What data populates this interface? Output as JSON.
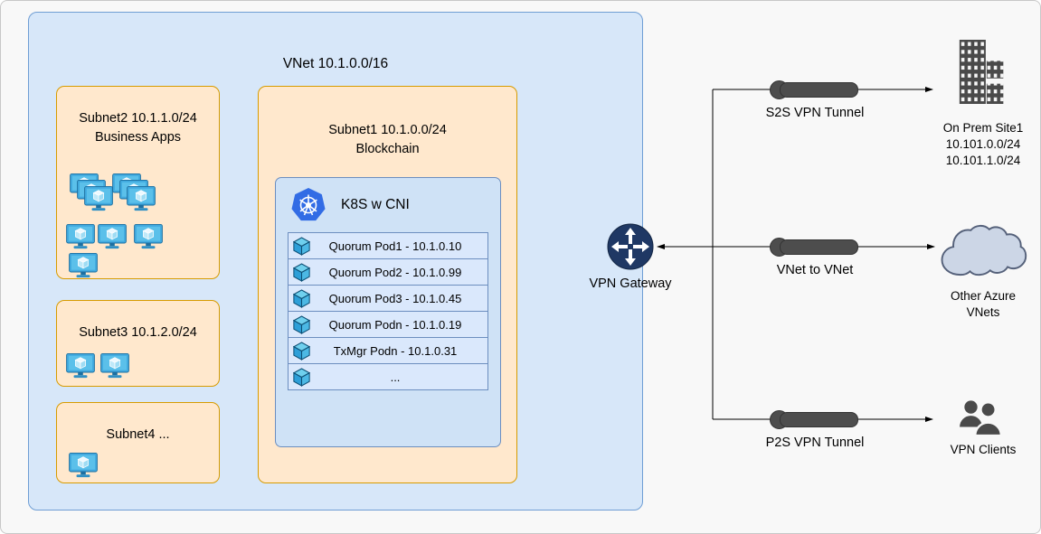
{
  "vnet": {
    "title": "VNet  10.1.0.0/16",
    "subnet2": {
      "title": "Subnet2 10.1.1.0/24",
      "subtitle": "Business Apps"
    },
    "subnet3": {
      "title": "Subnet3 10.1.2.0/24"
    },
    "subnet4": {
      "title": "Subnet4 ..."
    },
    "subnet1": {
      "title": "Subnet1 10.1.0.0/24",
      "subtitle": "Blockchain"
    },
    "k8s": {
      "title": "K8S w CNI",
      "pods": [
        "Quorum Pod1 - 10.1.0.10",
        "Quorum Pod2 - 10.1.0.99",
        "Quorum Pod3 - 10.1.0.45",
        "Quorum Podn - 10.1.0.19",
        "TxMgr Podn - 10.1.0.31",
        "..."
      ]
    }
  },
  "gateway": {
    "label": "VPN Gateway"
  },
  "connections": {
    "s2s": {
      "label": "S2S VPN Tunnel"
    },
    "vnet_to_vnet": {
      "label": "VNet to VNet"
    },
    "p2s": {
      "label": "P2S VPN Tunnel"
    }
  },
  "targets": {
    "onprem": {
      "line1": "On Prem Site1",
      "line2": "10.101.0.0/24",
      "line3": "10.101.1.0/24"
    },
    "azure": {
      "line1": "Other Azure",
      "line2": "VNets"
    },
    "clients": {
      "line1": "VPN Clients"
    }
  },
  "icons": {
    "monitor": "monitor-with-cube-icon",
    "pod": "cube-pod-icon",
    "k8s": "kubernetes-wheel-icon",
    "gateway": "four-way-arrows-gateway-icon",
    "tunnel": "pipe-tunnel-shape",
    "onprem": "building-icon",
    "azure": "cloud-icon",
    "clients": "people-icon"
  },
  "colors": {
    "vnet_fill": "#d7e7f9",
    "vnet_border": "#6f9ed4",
    "subnet_fill": "#ffe8cd",
    "subnet_border": "#d79b00",
    "k8s_fill": "#cfe2f6",
    "pod_row_fill": "#dae8fc",
    "pod_row_border": "#6c8ebf",
    "tunnel_fill": "#4d4d4d",
    "gateway_fill": "#1f3864",
    "kubernetes_blue": "#326ce5",
    "monitor_blue": "#41aadf",
    "cloud_fill": "#ccd6e6",
    "icon_gray": "#4a4a4a",
    "line_color": "#000000"
  }
}
